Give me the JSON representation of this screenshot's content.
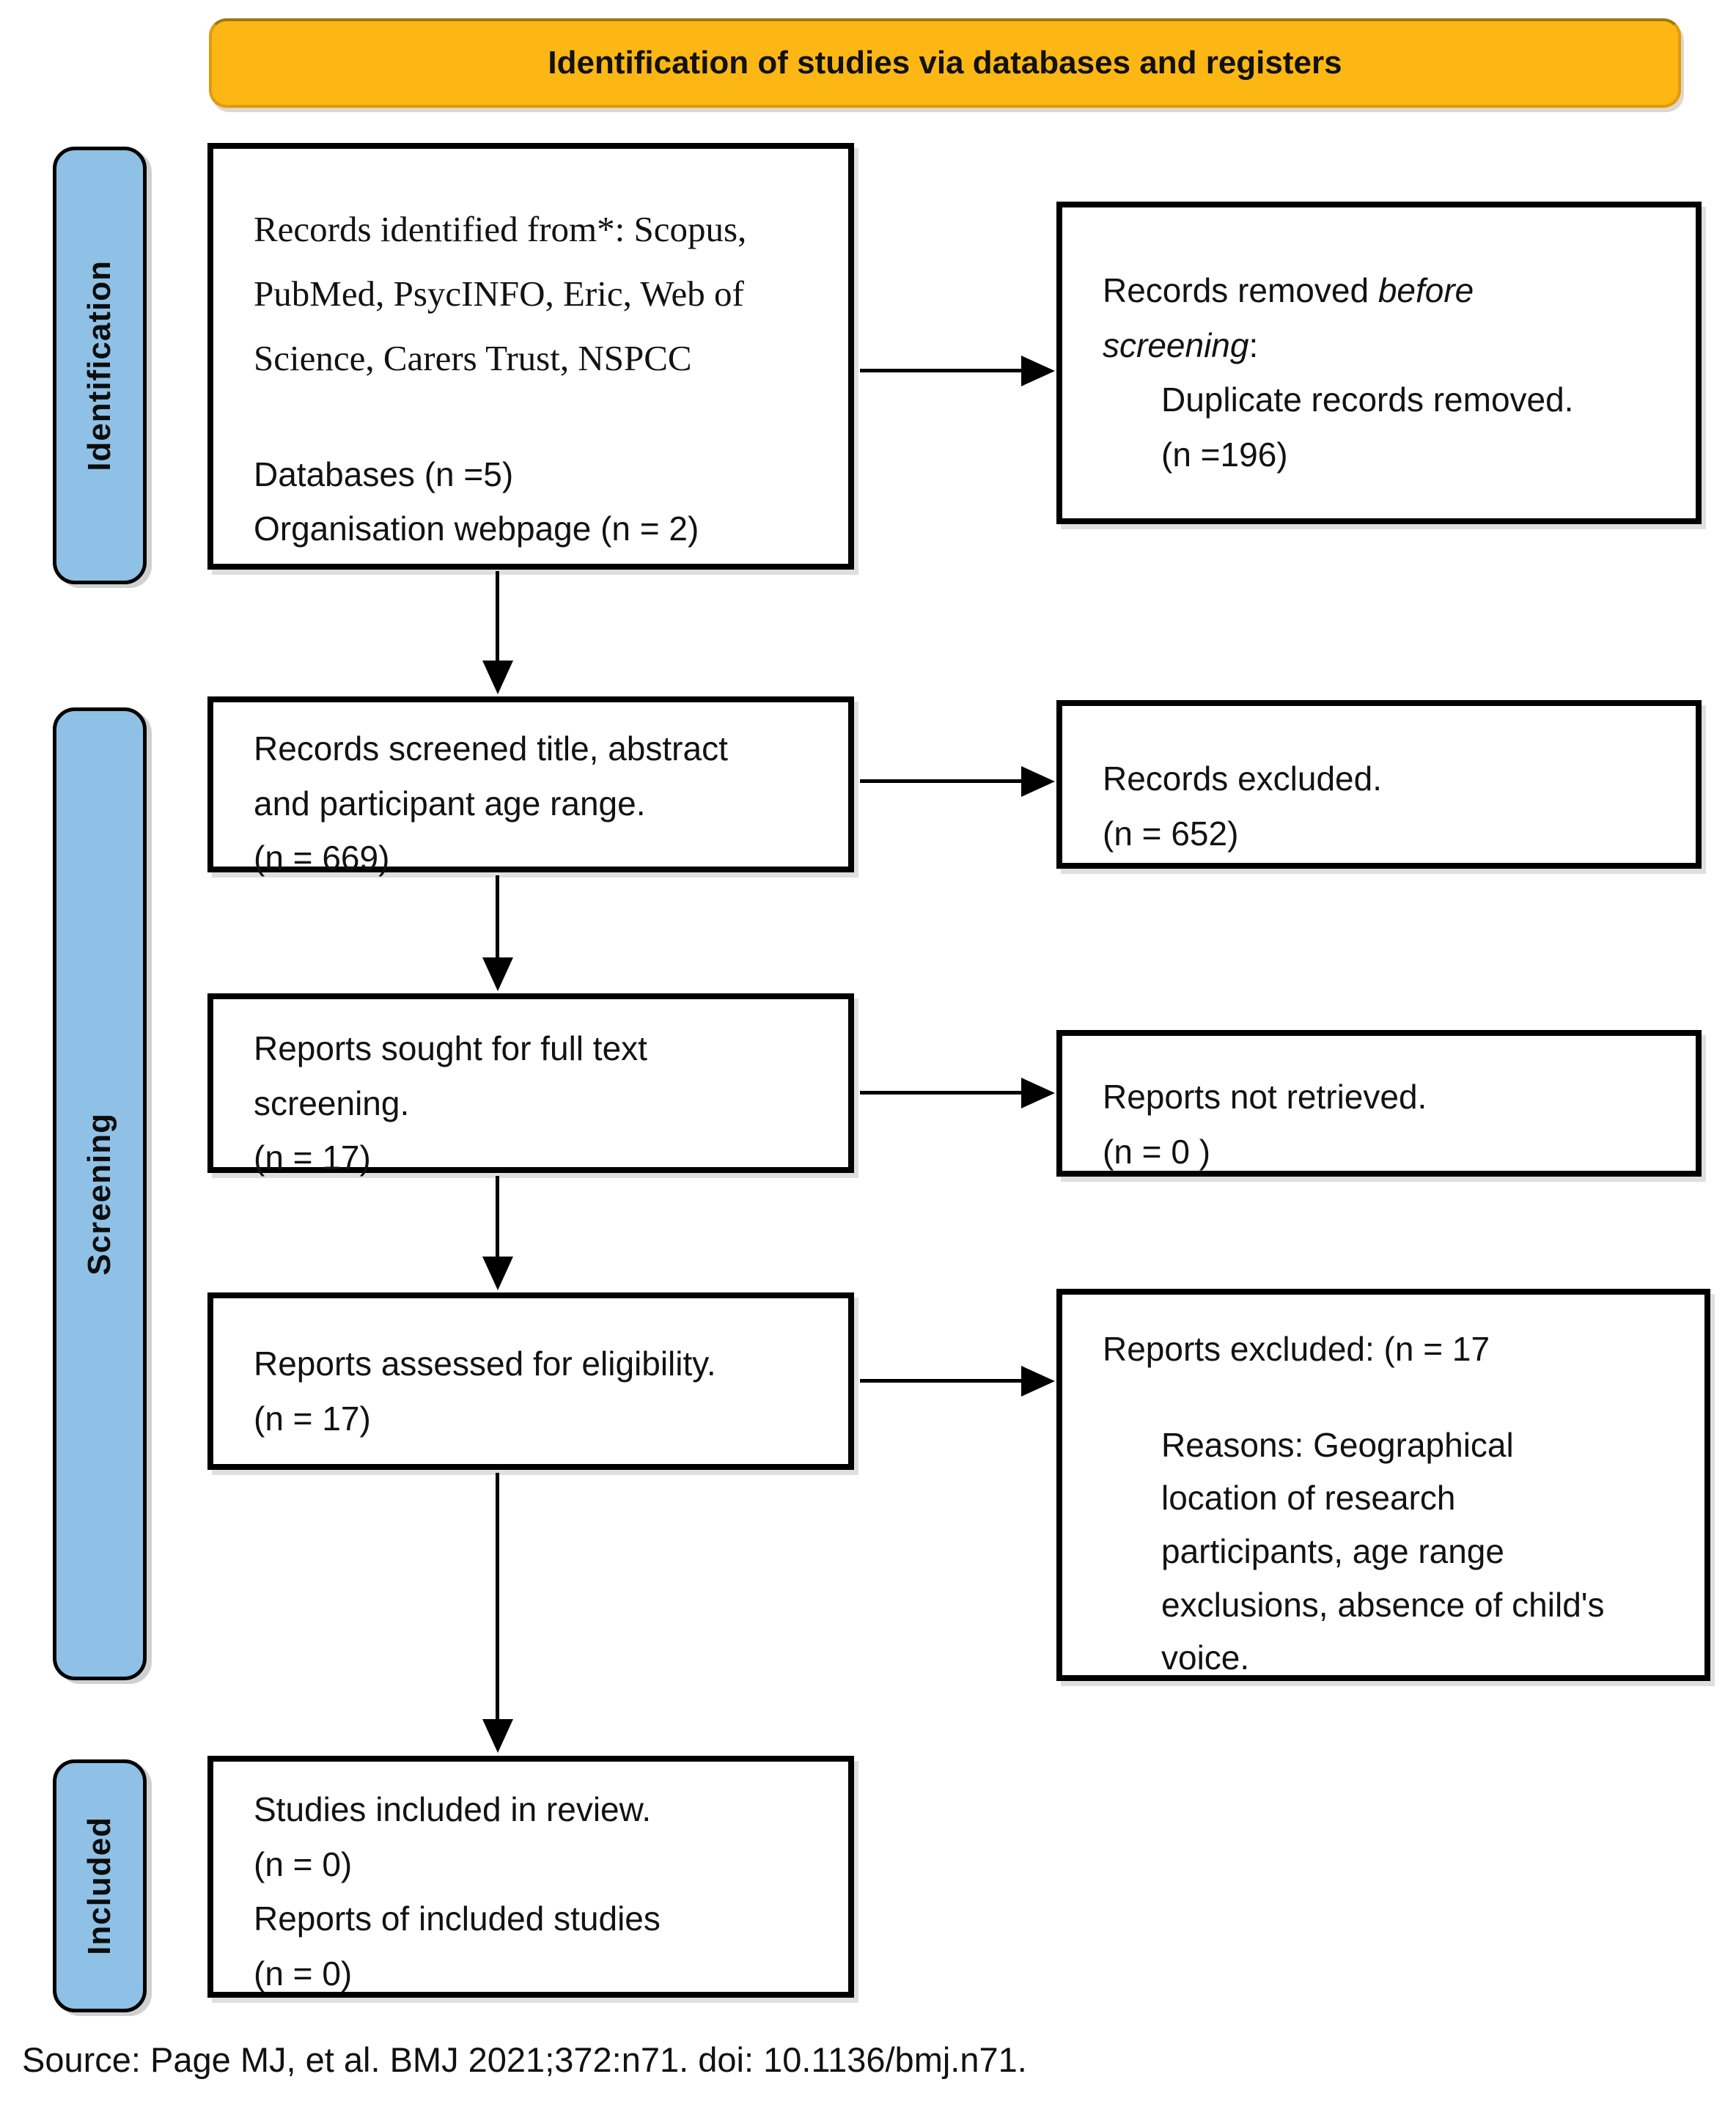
{
  "colors": {
    "banner_yellow": "#FDB714",
    "banner_border": "#E29A0C",
    "stage_blue": "#8EC1E5"
  },
  "header": {
    "title": "Identification of studies via databases and registers"
  },
  "stages": [
    {
      "label": "Identification"
    },
    {
      "label": "Screening"
    },
    {
      "label": "Included"
    }
  ],
  "boxes": {
    "records_identified": {
      "serif_lines": [
        "Records identified from*: Scopus,",
        "PubMed, PsycINFO, Eric, Web of",
        "Science, Carers Trust, NSPCC"
      ],
      "sans_lines": [
        "Databases (n =5)",
        "Organisation webpage (n = 2)"
      ]
    },
    "records_removed": {
      "line1_plain": "Records removed ",
      "line1_italic": "before",
      "line2_italic": "screening",
      "line2_plain": ":",
      "indent_lines": [
        "Duplicate records removed.",
        "(n =196)"
      ]
    },
    "records_screened": {
      "lines": [
        "Records screened title, abstract",
        "and participant age range.",
        "(n = 669)"
      ]
    },
    "records_excluded": {
      "lines": [
        "Records excluded.",
        "(n = 652)"
      ]
    },
    "reports_sought": {
      "lines": [
        "Reports sought for full text",
        "screening.",
        "(n = 17)"
      ]
    },
    "reports_not_retrieved": {
      "lines": [
        "Reports not retrieved.",
        "(n = 0 )"
      ]
    },
    "reports_assessed": {
      "lines": [
        "Reports assessed for eligibility.",
        "(n = 17)"
      ]
    },
    "reports_excluded": {
      "heading": "Reports excluded: (n = 17",
      "reason_lines": [
        "Reasons: Geographical",
        "location of research",
        "participants, age range",
        "exclusions, absence of child's",
        "voice."
      ]
    },
    "studies_included": {
      "lines": [
        "Studies included in review.",
        "(n = 0)",
        "Reports of included studies",
        "(n = 0)"
      ]
    }
  },
  "source": {
    "citation": "Source: Page MJ, et al. BMJ 2021;372:n71. doi: 10.1136/bmj.n71."
  }
}
